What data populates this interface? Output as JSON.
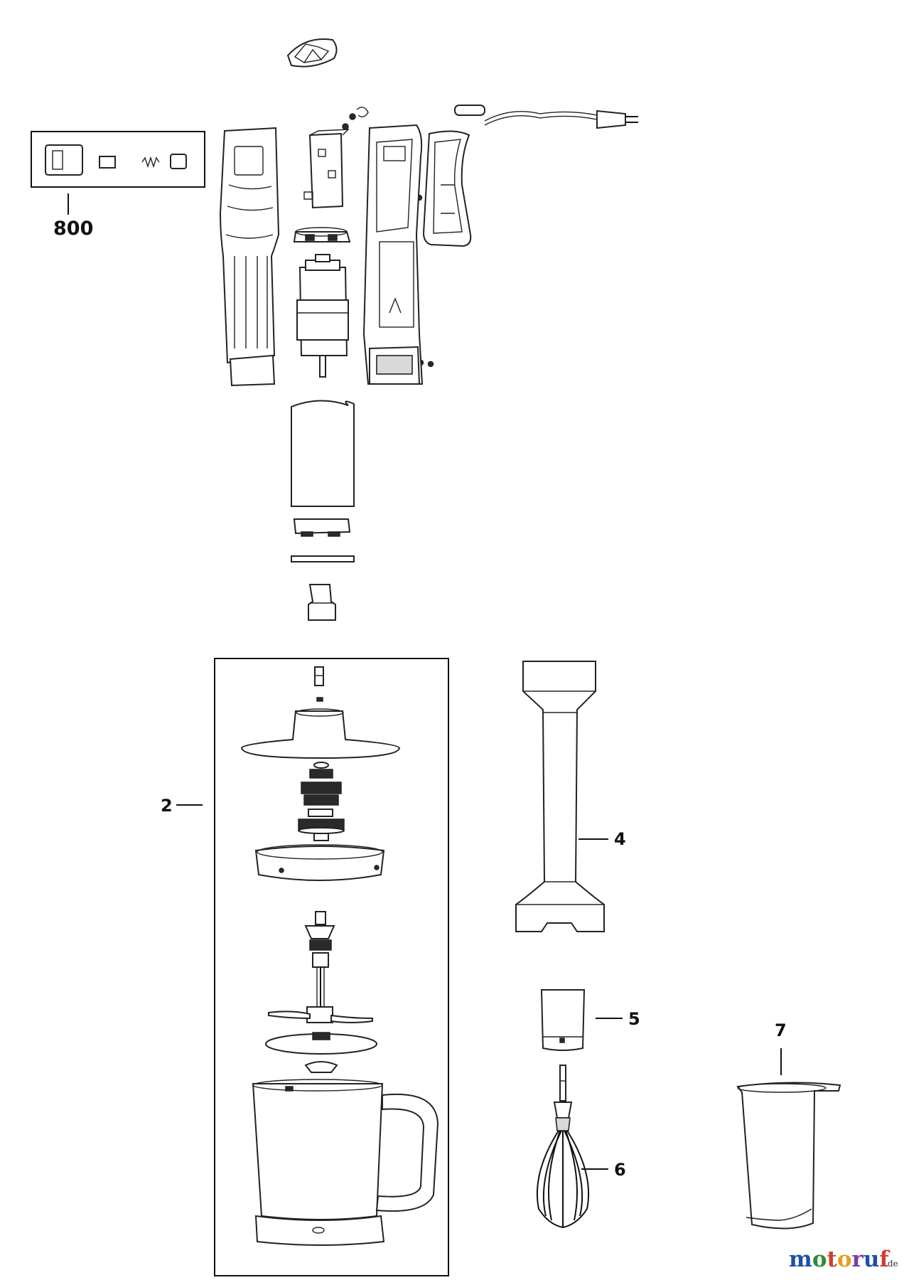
{
  "labels": {
    "kit_800": "800",
    "chopper_2": "2",
    "shaft_4": "4",
    "adapter_5": "5",
    "whisk_6": "6",
    "beaker_7": "7"
  },
  "watermark": {
    "brand": "motoruf",
    "suffix": ".de",
    "colors": [
      "#1f4fa8",
      "#2e8b3a",
      "#c8452c",
      "#e0a020",
      "#7a3fa0",
      "#1f4fa8",
      "#d23b3b"
    ]
  }
}
